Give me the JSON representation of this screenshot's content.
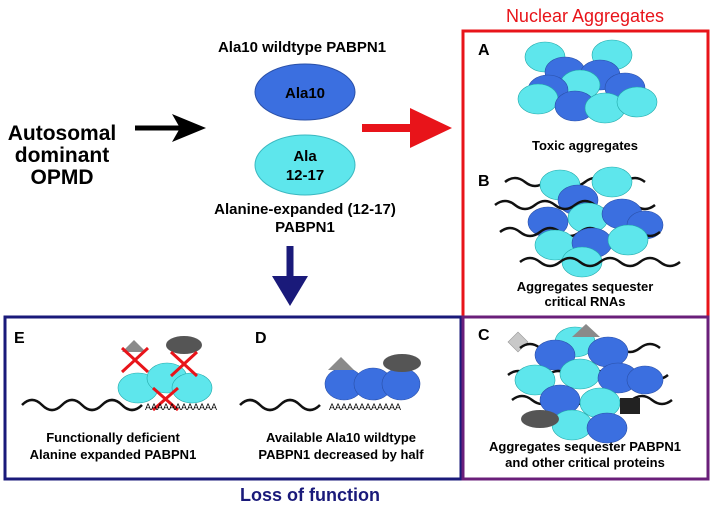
{
  "headers": {
    "nuclear_aggregates": "Nuclear Aggregates",
    "loss_of_function": "Loss of function"
  },
  "disease": {
    "line1": "Autosomal",
    "line2": "dominant",
    "line3": "OPMD"
  },
  "wildtype": {
    "title": "Ala10 wildtype PABPN1",
    "ellipse_label": "Ala10"
  },
  "expanded": {
    "ellipse_line1": "Ala",
    "ellipse_line2": "12-17",
    "caption_line1": "Alanine-expanded (12-17)",
    "caption_line2": "PABPN1"
  },
  "panels": {
    "A": {
      "letter": "A",
      "caption_line1": "Toxic aggregates"
    },
    "B": {
      "letter": "B",
      "caption_line1": "Aggregates sequester",
      "caption_line2": "critical RNAs"
    },
    "C": {
      "letter": "C",
      "caption_line1": "Aggregates sequester PABPN1",
      "caption_line2": "and other critical proteins"
    },
    "D": {
      "letter": "D",
      "caption_line1": "Available Ala10 wildtype",
      "caption_line2": "PABPN1 decreased by half",
      "polyA": "AAAAAAAAAAAA"
    },
    "E": {
      "letter": "E",
      "caption_line1": "Functionally deficient",
      "caption_line2": "Alanine expanded PABPN1",
      "polyA": "AAAAAAAAAAAA"
    }
  },
  "colors": {
    "red": "#e8141a",
    "navy": "#1a1a7a",
    "purple": "#6a1f7a",
    "wildtype_blue": "#3b6fe0",
    "expanded_cyan": "#5ee6ec",
    "rna_black": "#111111",
    "grey_triangle": "#8a8a8a",
    "dark_oval": "#555555",
    "light_diamond": "#c8c8c8"
  }
}
